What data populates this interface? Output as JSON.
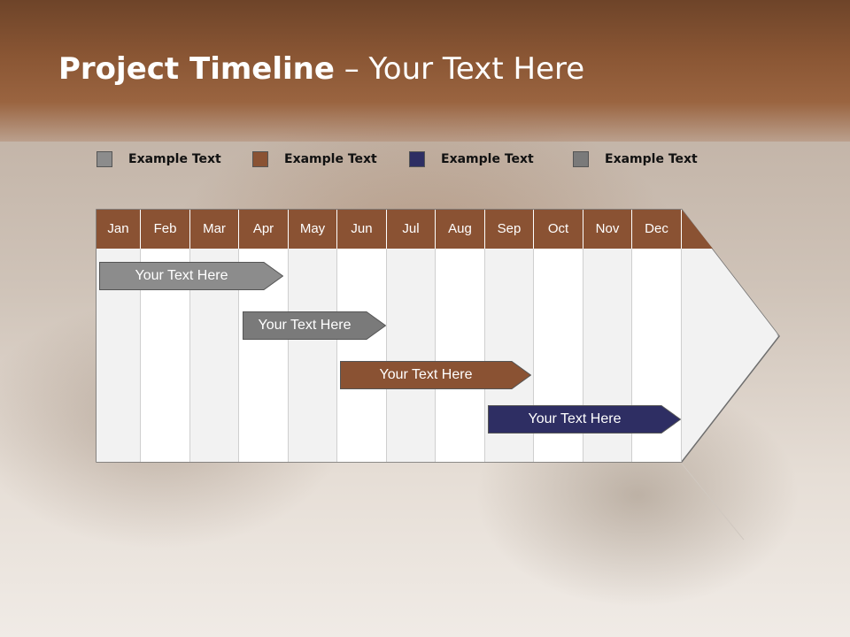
{
  "title": {
    "bold": "Project Timeline",
    "rest": " – Your Text Here"
  },
  "legend": [
    {
      "label": "Example Text",
      "color": "#8c8c8c"
    },
    {
      "label": "Example Text",
      "color": "#8a5233"
    },
    {
      "label": "Example Text",
      "color": "#2e2e63"
    },
    {
      "label": "Example Text",
      "color": "#7a7a7a"
    }
  ],
  "months": [
    "Jan",
    "Feb",
    "Mar",
    "Apr",
    "May",
    "Jun",
    "Jul",
    "Aug",
    "Sep",
    "Oct",
    "Nov",
    "Dec"
  ],
  "tasks": [
    {
      "label": "Your  Text Here",
      "color": "#8c8c8c"
    },
    {
      "label": "Your  Text Here",
      "color": "#7a7a7a"
    },
    {
      "label": "Your  Text Here",
      "color": "#8a5233"
    },
    {
      "label": "Your  Text Here",
      "color": "#2e2e63"
    }
  ],
  "colors": {
    "header": "#8a5634",
    "month_header": "#8a5233",
    "grid_light": "#f2f2f2",
    "grid_white": "#ffffff"
  }
}
